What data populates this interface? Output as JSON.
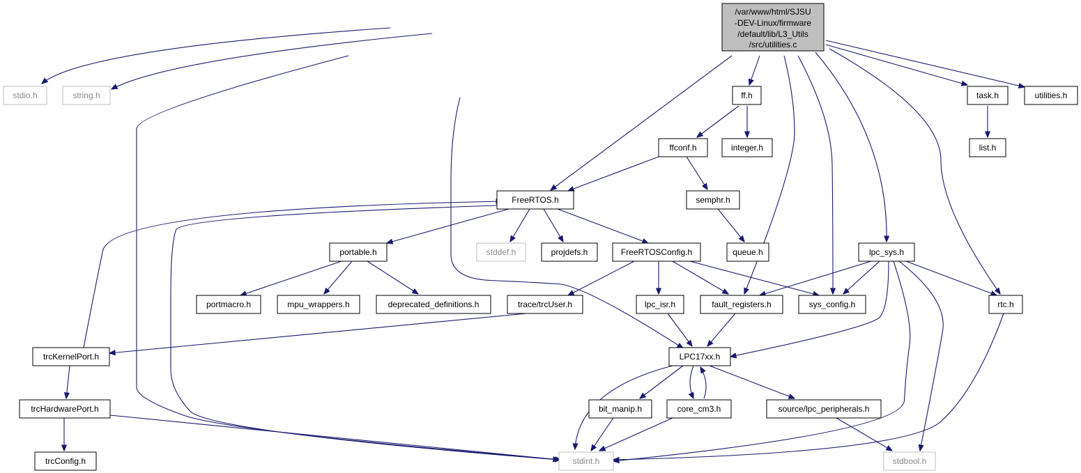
{
  "diagram": {
    "title_lines": [
      "/var/www/html/SJSU",
      "-DEV-Linux/firmware",
      "/default/lib/L3_Utils",
      "/src/utilities.c"
    ],
    "nodes": {
      "stdio": {
        "label": "stdio.h",
        "external": true
      },
      "string": {
        "label": "string.h",
        "external": true
      },
      "ff": {
        "label": "ff.h"
      },
      "task": {
        "label": "task.h"
      },
      "utilities": {
        "label": "utilities.h"
      },
      "ffconf": {
        "label": "ffconf.h"
      },
      "integer": {
        "label": "integer.h"
      },
      "list": {
        "label": "list.h"
      },
      "freertos": {
        "label": "FreeRTOS.h"
      },
      "semphr": {
        "label": "semphr.h"
      },
      "portable": {
        "label": "portable.h"
      },
      "stddef": {
        "label": "stddef.h",
        "external": true
      },
      "projdefs": {
        "label": "projdefs.h"
      },
      "frconfig": {
        "label": "FreeRTOSConfig.h"
      },
      "queue": {
        "label": "queue.h"
      },
      "lpcsys": {
        "label": "lpc_sys.h"
      },
      "portmacro": {
        "label": "portmacro.h"
      },
      "mpuwrap": {
        "label": "mpu_wrappers.h"
      },
      "deprecated": {
        "label": "deprecated_definitions.h"
      },
      "trcuser": {
        "label": "trace/trcUser.h"
      },
      "lpcisr": {
        "label": "lpc_isr.h"
      },
      "faultreg": {
        "label": "fault_registers.h"
      },
      "sysconfig": {
        "label": "sys_config.h"
      },
      "rtc": {
        "label": "rtc.h"
      },
      "trckernel": {
        "label": "trcKernelPort.h"
      },
      "lpc17xx": {
        "label": "LPC17xx.h"
      },
      "trchw": {
        "label": "trcHardwarePort.h"
      },
      "bitmanip": {
        "label": "bit_manip.h"
      },
      "corecm3": {
        "label": "core_cm3.h"
      },
      "lpcperiph": {
        "label": "source/lpc_peripherals.h"
      },
      "trcconfig": {
        "label": "trcConfig.h"
      },
      "stdint": {
        "label": "stdint.h",
        "external": true
      },
      "stdbool": {
        "label": "stdbool.h",
        "external": true
      }
    },
    "edges": [
      [
        "root",
        "stdio"
      ],
      [
        "root",
        "string"
      ],
      [
        "root",
        "stdint"
      ],
      [
        "root",
        "lpc17xx"
      ],
      [
        "root",
        "freertos"
      ],
      [
        "root",
        "ff"
      ],
      [
        "root",
        "faultreg"
      ],
      [
        "root",
        "sysconfig"
      ],
      [
        "root",
        "lpcsys"
      ],
      [
        "root",
        "rtc"
      ],
      [
        "root",
        "task"
      ],
      [
        "root",
        "utilities"
      ],
      [
        "ff",
        "ffconf"
      ],
      [
        "ff",
        "integer"
      ],
      [
        "ffconf",
        "freertos"
      ],
      [
        "ffconf",
        "semphr"
      ],
      [
        "semphr",
        "queue"
      ],
      [
        "task",
        "list"
      ],
      [
        "freertos",
        "portable"
      ],
      [
        "freertos",
        "stddef"
      ],
      [
        "freertos",
        "projdefs"
      ],
      [
        "freertos",
        "frconfig"
      ],
      [
        "freertos",
        "stdint"
      ],
      [
        "portable",
        "portmacro"
      ],
      [
        "portable",
        "mpuwrap"
      ],
      [
        "portable",
        "deprecated"
      ],
      [
        "frconfig",
        "trcuser"
      ],
      [
        "frconfig",
        "lpcisr"
      ],
      [
        "frconfig",
        "faultreg"
      ],
      [
        "frconfig",
        "sysconfig"
      ],
      [
        "trcuser",
        "trckernel"
      ],
      [
        "trckernel",
        "freertos"
      ],
      [
        "trckernel",
        "trchw"
      ],
      [
        "trchw",
        "trcconfig"
      ],
      [
        "trchw",
        "stdint"
      ],
      [
        "lpcisr",
        "lpc17xx"
      ],
      [
        "faultreg",
        "lpc17xx"
      ],
      [
        "lpcsys",
        "faultreg"
      ],
      [
        "lpcsys",
        "sysconfig"
      ],
      [
        "lpcsys",
        "rtc"
      ],
      [
        "lpcsys",
        "lpc17xx"
      ],
      [
        "lpcsys",
        "stdint"
      ],
      [
        "lpcsys",
        "stdbool"
      ],
      [
        "rtc",
        "stdint"
      ],
      [
        "lpc17xx",
        "stdint"
      ],
      [
        "lpc17xx",
        "bitmanip"
      ],
      [
        "lpc17xx",
        "corecm3"
      ],
      [
        "lpc17xx",
        "lpcperiph"
      ],
      [
        "corecm3",
        "lpc17xx"
      ],
      [
        "corecm3",
        "stdint"
      ],
      [
        "bitmanip",
        "stdint"
      ],
      [
        "lpcperiph",
        "stdbool"
      ]
    ]
  }
}
